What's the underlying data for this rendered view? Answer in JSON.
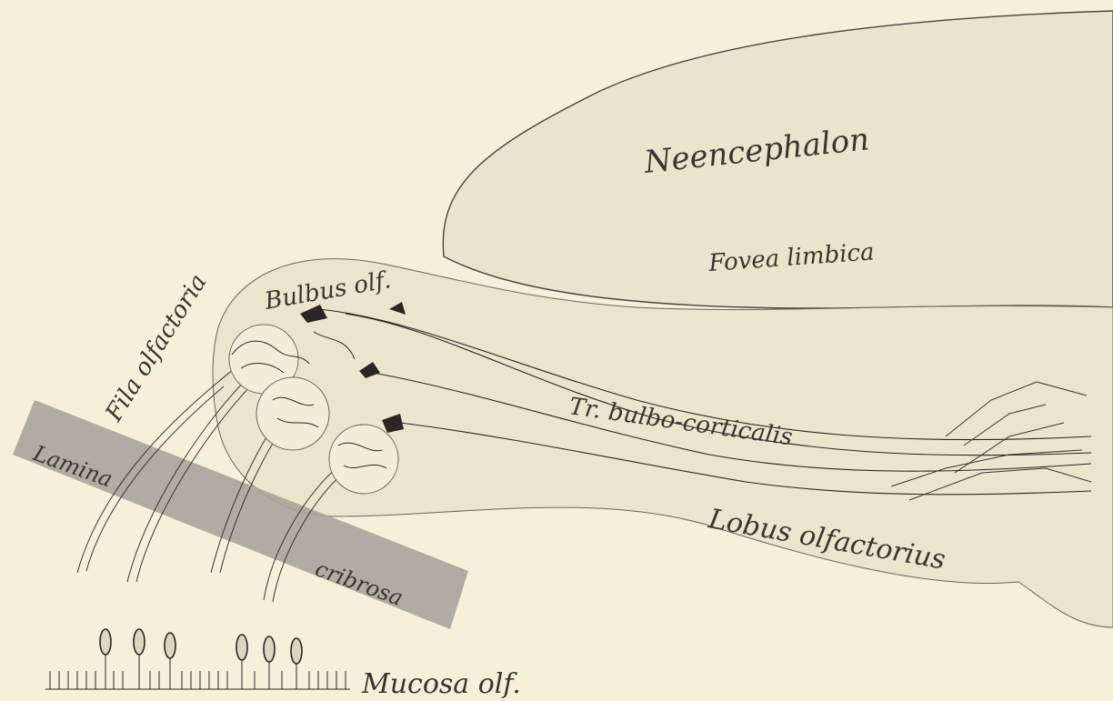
{
  "labels": {
    "neencephalon": "Neencephalon",
    "fovea_limbica": "Fovea limbica",
    "bulbus_olf": "Bulbus olf.",
    "fila_olfactoria": "Fila olfactoria",
    "tr_bulbo_corticalis": "Tr. bulbo-corticalis",
    "lamina": "Lamina",
    "cribrosa": "cribrosa",
    "lobus_olfactorius": "Lobus olfactorius",
    "mucosa_olf": "Mucosa olf."
  },
  "colors": {
    "paper": "#f6f0db",
    "tissue": "#ebe4cc",
    "lamina_band": "#aaa49a",
    "ink": "#2a2622"
  }
}
